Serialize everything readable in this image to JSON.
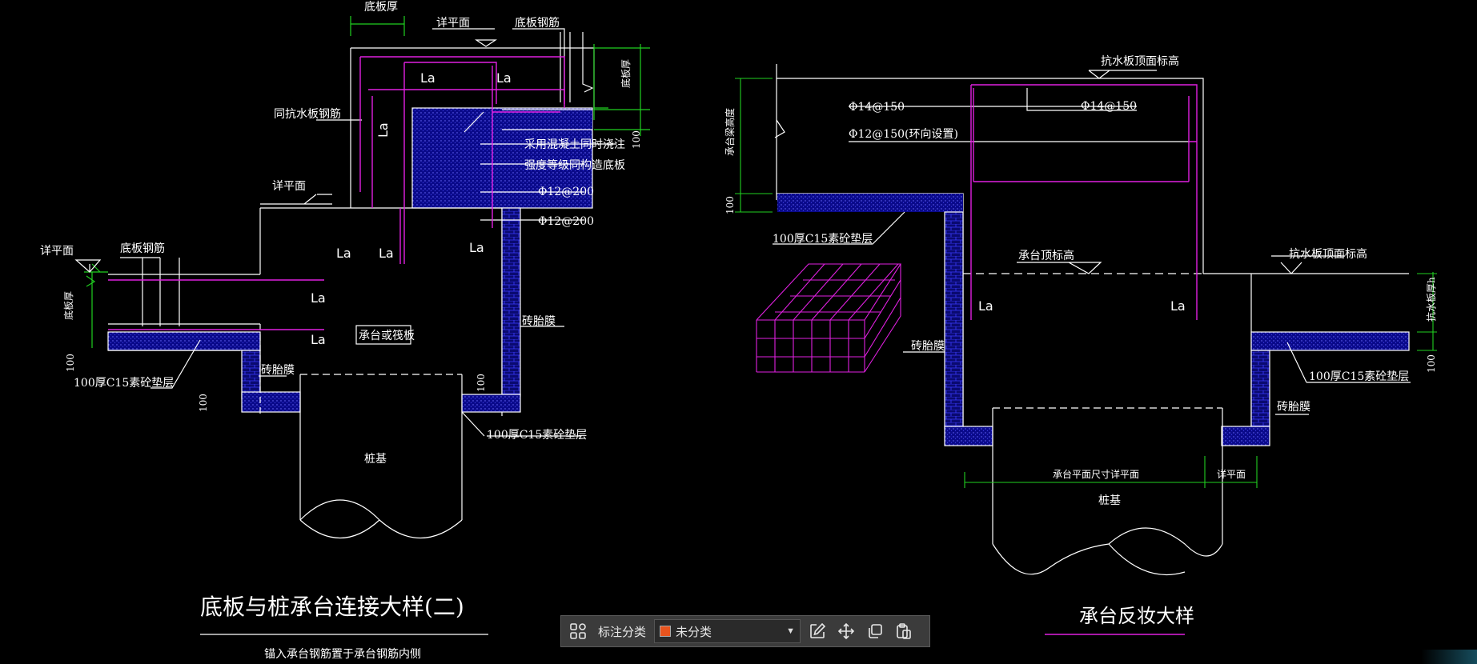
{
  "left_detail": {
    "title": "底板与桩承台连接大样(二)",
    "subtitle": "锚入承台钢筋置于承台钢筋内侧",
    "labels": {
      "bottom_slab_thickness_top": "底板厚",
      "detail_plane_top": "详平面",
      "bottom_slab_rebar_top": "底板钢筋",
      "same_as_slab_rebar": "同抗水板钢筋",
      "slab_thickness_right": "底板厚",
      "dim_100_right": "100",
      "concrete_note_1": "采用混凝土同时浇注",
      "concrete_note_2": "强度等级同构造底板",
      "rebar_12_200_a": "Φ12@200",
      "rebar_12_200_b": "Φ12@200",
      "detail_plane_mid": "详平面",
      "detail_plane_left": "详平面",
      "bottom_slab_rebar_left": "底板钢筋",
      "slab_thickness_left": "底板厚",
      "dim_100_left": "100",
      "c15_layer_left": "100厚C15素砼垫层",
      "dim_100_pile": "100",
      "brick_form_left": "砖胎膜",
      "brick_form_right": "砖胎膜",
      "dim_100_small": "100",
      "c15_layer_bottom": "100厚C15素砼垫层",
      "pile_cap": "承台或筏板",
      "pile_base": "桩基",
      "la": "La"
    }
  },
  "right_detail": {
    "title": "承台反妆大样",
    "labels": {
      "slab_top_elev": "抗水板顶面标高",
      "rebar_14_150_a": "Φ14@150",
      "rebar_14_150_b": "Φ14@150",
      "rebar_12_150": "Φ12@150(环向设置)",
      "cap_depth": "承台梁高度",
      "dim_100": "100",
      "c15_layer_left": "100厚C15素砼垫层",
      "cap_top_elev": "承台顶标高",
      "slab_top_elev_right": "抗水板顶面标高",
      "slab_thickness_h": "抗水板厚h",
      "dim_100_right": "100",
      "c15_layer_right": "100厚C15素砼垫层",
      "brick_form_left": "砖胎膜",
      "brick_form_right": "砖胎膜",
      "cap_plane_dim": "承台平面尺寸详平面",
      "detail_plane": "详平面",
      "pile_base": "桩基",
      "la": "La"
    }
  },
  "toolbar": {
    "category_label": "标注分类",
    "selected": "未分类",
    "swatch_color": "#e8541e",
    "icons": [
      "grid-icon",
      "edit-icon",
      "move-icon",
      "copy-icon",
      "paste-icon"
    ]
  },
  "colors": {
    "line": "#ffffff",
    "rebar": "#e020e0",
    "dimension": "#20d020",
    "fill": "#1a1ad0"
  }
}
